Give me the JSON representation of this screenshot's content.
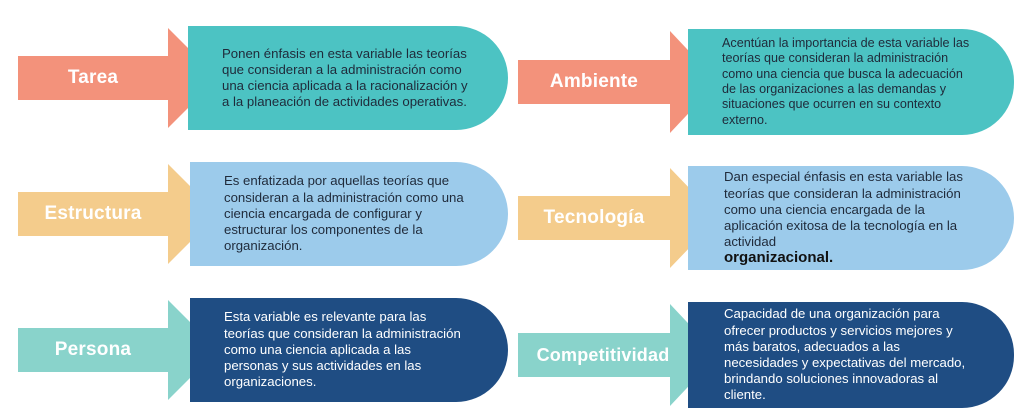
{
  "colors": {
    "tarea_arrow": "#f3927b",
    "tarea_box": "#4cc3c3",
    "estructura_arrow": "#f4cc8c",
    "estructura_box": "#9ccbeb",
    "persona_arrow": "#89d3cb",
    "persona_box": "#1f4d83"
  },
  "items": [
    {
      "label": "Tarea",
      "text": "Ponen énfasis en esta variable las teorías que consideran a la administración como una ciencia aplicada a la racionalización y a la planeación de actividades operativas."
    },
    {
      "label": "Ambiente",
      "text": "Acentúan la importancia de esta variable las teorías que consideran la administración como una ciencia que busca la adecuación de las organizaciones a las demandas y situaciones que ocurren en su contexto externo."
    },
    {
      "label": "Estructura",
      "text": "Es enfatizada por aquellas teorías que consideran a la administración como una ciencia encargada de configurar y estructurar los componentes de la organización."
    },
    {
      "label": "Tecnología",
      "text": "Dan especial énfasis en esta variable las teorías que consideran la administración como una ciencia encargada de la aplicación exitosa de la tecnología en la actividad",
      "emphasis": "organizacional."
    },
    {
      "label": "Persona",
      "text": "Esta variable es relevante para las teorías que consideran la administración como una ciencia aplicada a las personas y sus actividades en las organizaciones."
    },
    {
      "label": "Competitividad",
      "text": "Capacidad de una organización para ofrecer productos y servicios mejores y más baratos, adecuados a las necesidades y expectativas del mercado, brindando soluciones innovadoras al cliente."
    }
  ]
}
